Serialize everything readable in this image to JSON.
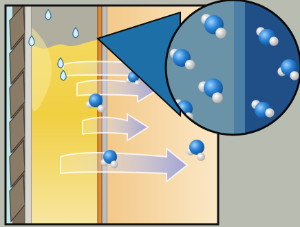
{
  "diagram": {
    "colors": {
      "background": "#b9bcb0",
      "outer_frame": "#1a1a1a",
      "sky": "#bfe8ec",
      "insulation_yellow": "#f3d24a",
      "insulation_light": "#f7e99a",
      "vapor_grey": "#a9a9a6",
      "membrane_orange": "#e48a2a",
      "interior_wall": "#f6dcae",
      "callout_blue": "#1d6fa7",
      "callout_left": "#6b93a8",
      "callout_right": "#1f4f86",
      "molecule_oxygen": "#2a83d6",
      "molecule_hydrogen": "#e8e8e8",
      "arrow_fill": "#9aa0d8"
    },
    "elements": {
      "siding": "siding-shingles",
      "insulation": "insulation-layer",
      "membrane": "vapor-membrane",
      "interior": "interior-wall",
      "droplets": "water-droplet",
      "molecules": "water-molecule",
      "arrows": "vapor-flow-arrow",
      "callout": "magnified-membrane-callout"
    }
  }
}
